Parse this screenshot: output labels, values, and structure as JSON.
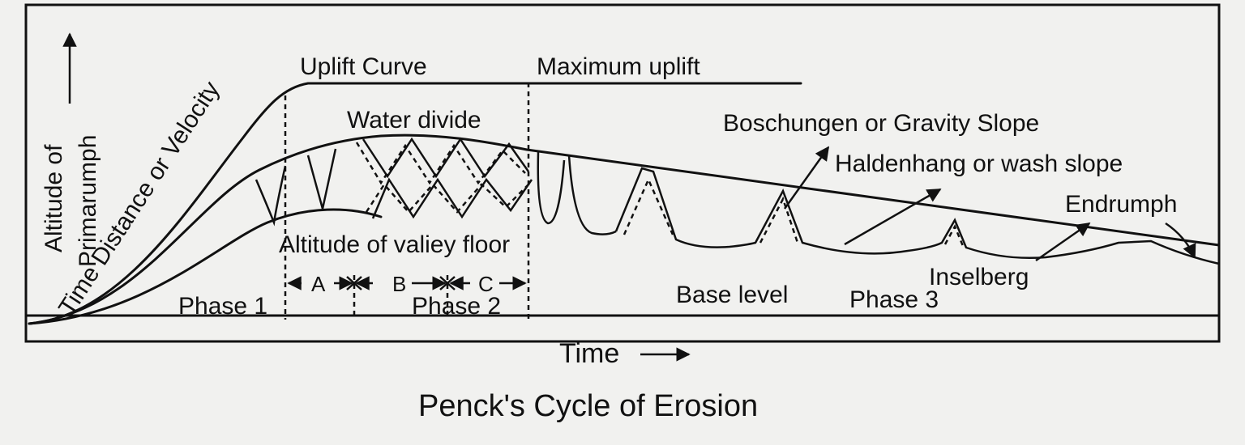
{
  "title": "Penck's Cycle of Erosion",
  "y_axis_label_line1": "Altitude of",
  "y_axis_label_line2": "Primarumph",
  "x_axis_label": "Time",
  "labels": {
    "uplift_curve": "Uplift Curve",
    "time_distance": "Time Distance or Velocity",
    "maximum_uplift": "Maximum uplift",
    "water_divide": "Water divide",
    "boschungen": "Boschungen or Gravity Slope",
    "haldenhang": "Haldenhang or wash slope",
    "endrumph": "Endrumph",
    "valley_floor": "Altitude of valiey floor",
    "inselberg": "Inselberg",
    "base_level": "Base level",
    "phase1": "Phase 1",
    "phase2": "Phase 2",
    "phase3": "Phase 3",
    "seg_a": "A",
    "seg_b": "B",
    "seg_c": "C"
  }
}
